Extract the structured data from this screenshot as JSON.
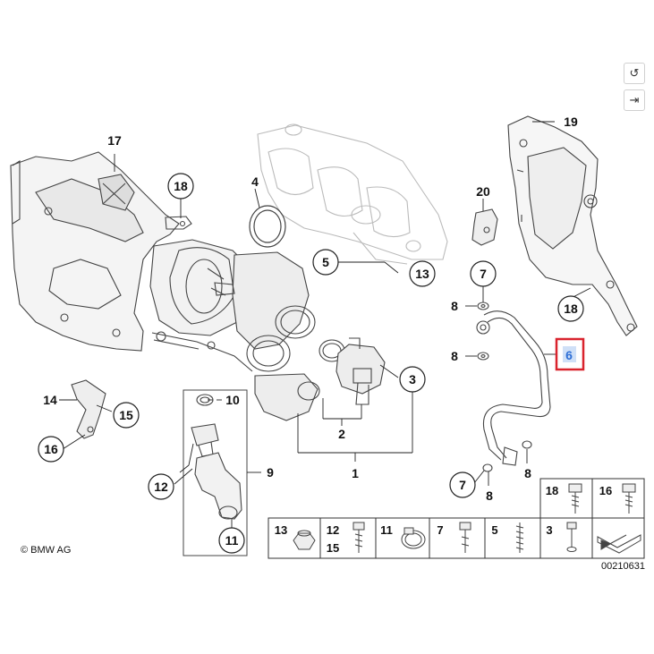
{
  "toolbar": {
    "rotate_icon": "rotate-ccw-icon",
    "collapse_icon": "arrow-right-to-bar-icon"
  },
  "callouts": {
    "c17": "17",
    "c18a": "18",
    "c4": "4",
    "c5": "5",
    "c13": "13",
    "c20": "20",
    "c19": "19",
    "c7a": "7",
    "c8a": "8",
    "c8b": "8",
    "c18b": "18",
    "c6": "6",
    "c10": "10",
    "c3": "3",
    "c2": "2",
    "c1": "1",
    "c14": "14",
    "c15": "15",
    "c16": "16",
    "c9": "9",
    "c12": "12",
    "c11": "11",
    "c7b": "7",
    "c8c": "8",
    "c8d": "8"
  },
  "parts_table": {
    "top_row": [
      "18",
      "16"
    ],
    "cells": [
      "13",
      "12",
      "15",
      "11",
      "7",
      "5",
      "3"
    ]
  },
  "footer": {
    "copyright": "© BMW AG",
    "drawing_number": "00210631"
  },
  "highlight_color": "#d9232d",
  "selected_part_color": "#2f6fd6"
}
